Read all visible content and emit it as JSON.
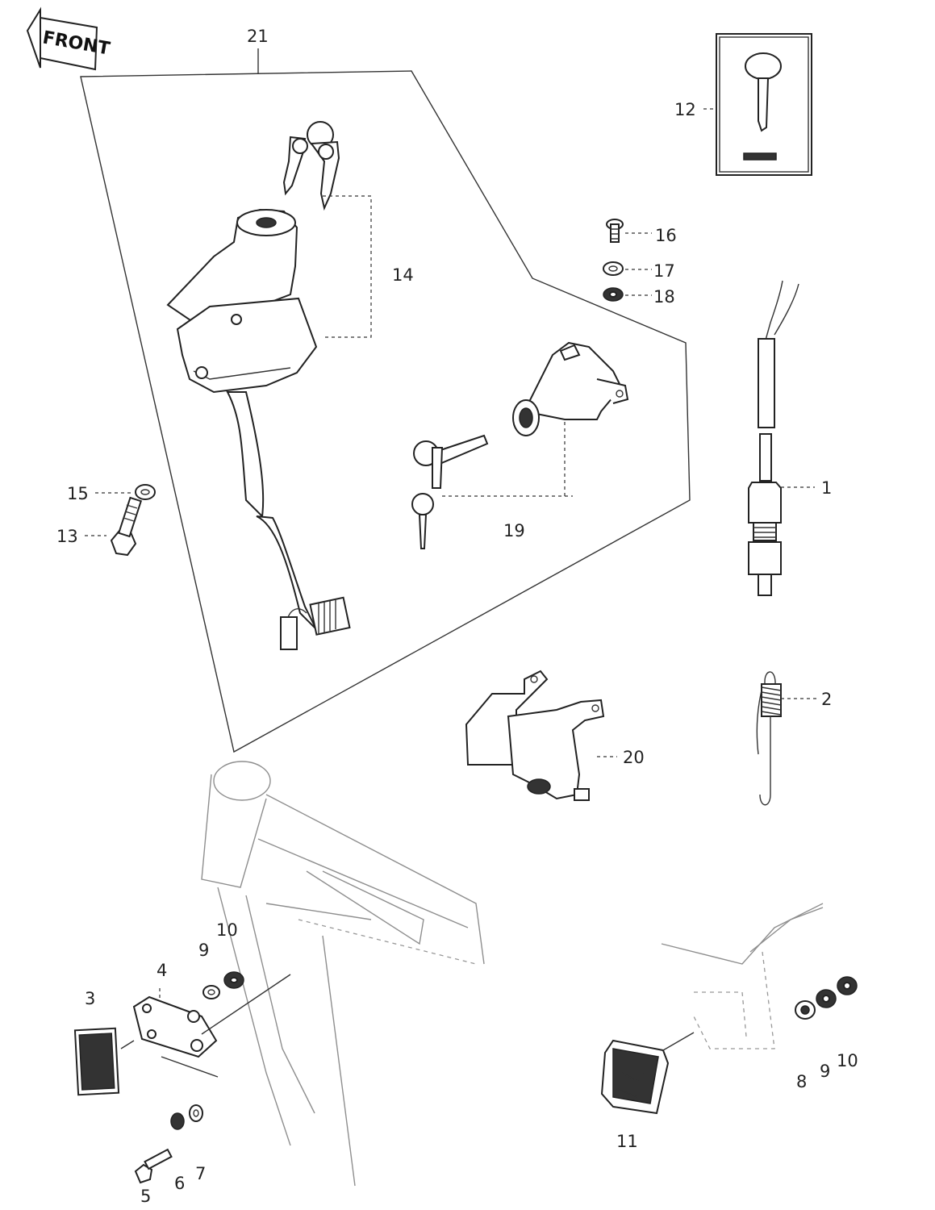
{
  "diagram": {
    "front_badge": "FRONT",
    "callouts": [
      {
        "id": "c1",
        "label": "1"
      },
      {
        "id": "c2",
        "label": "2"
      },
      {
        "id": "c3",
        "label": "3"
      },
      {
        "id": "c4",
        "label": "4"
      },
      {
        "id": "c5",
        "label": "5"
      },
      {
        "id": "c6",
        "label": "6"
      },
      {
        "id": "c7",
        "label": "7"
      },
      {
        "id": "c8",
        "label": "8"
      },
      {
        "id": "c9a",
        "label": "9"
      },
      {
        "id": "c9b",
        "label": "9"
      },
      {
        "id": "c10a",
        "label": "10"
      },
      {
        "id": "c10b",
        "label": "10"
      },
      {
        "id": "c11",
        "label": "11"
      },
      {
        "id": "c12",
        "label": "12"
      },
      {
        "id": "c13",
        "label": "13"
      },
      {
        "id": "c14",
        "label": "14"
      },
      {
        "id": "c15",
        "label": "15"
      },
      {
        "id": "c16",
        "label": "16"
      },
      {
        "id": "c17",
        "label": "17"
      },
      {
        "id": "c18",
        "label": "18"
      },
      {
        "id": "c19",
        "label": "19"
      },
      {
        "id": "c20",
        "label": "20"
      },
      {
        "id": "c21",
        "label": "21"
      }
    ]
  }
}
